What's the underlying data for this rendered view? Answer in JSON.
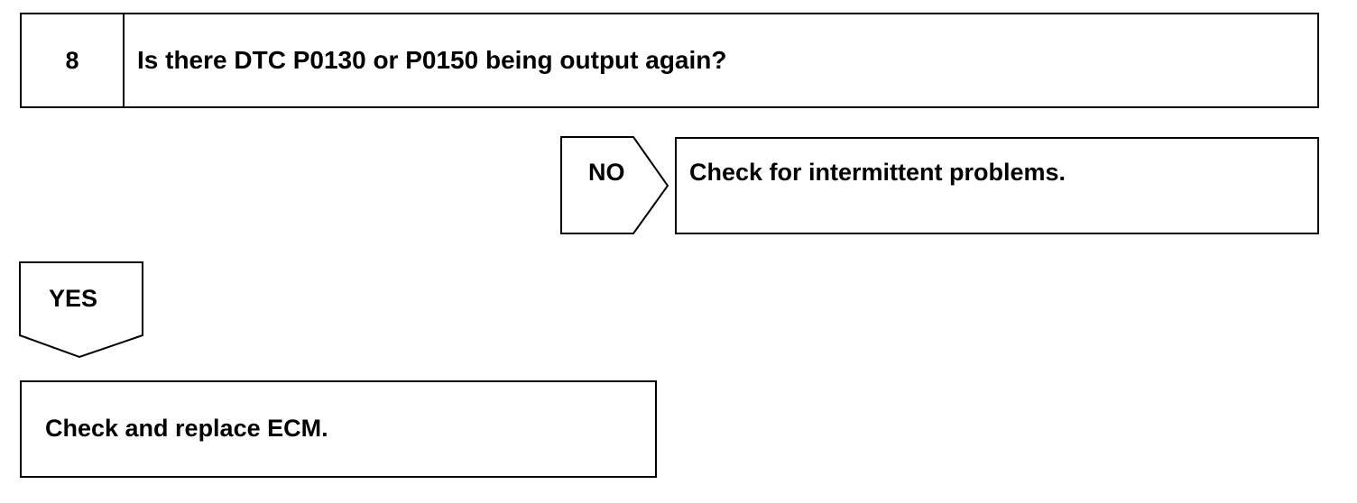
{
  "step": {
    "number": "8",
    "question": "Is there DTC P0130 or P0150 being output again?"
  },
  "no_branch": {
    "label": "NO",
    "result": "Check for intermittent problems."
  },
  "yes_branch": {
    "label": "YES",
    "result": "Check and replace ECM."
  }
}
